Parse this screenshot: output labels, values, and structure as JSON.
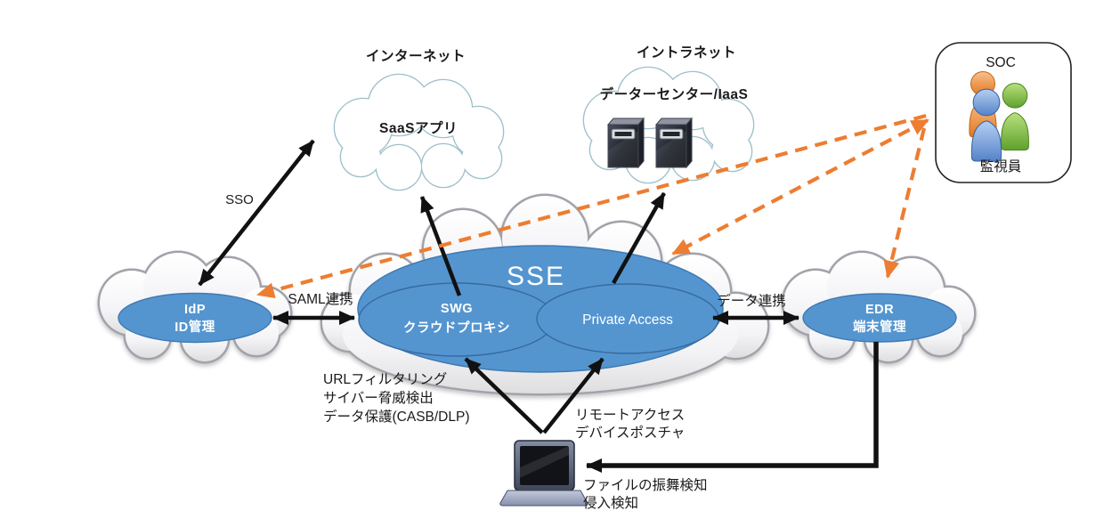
{
  "nodes": {
    "internet": {
      "label": "インターネット",
      "cloud": "SaaSアプリ"
    },
    "intranet": {
      "label": "イントラネット",
      "cloud": "データーセンター/IaaS"
    },
    "soc": {
      "title": "SOC",
      "role": "監視員"
    },
    "sse": {
      "title": "SSE",
      "swg": {
        "line1": "SWG",
        "line2": "クラウドプロキシ"
      },
      "private_access": "Private Access"
    },
    "idp": {
      "line1": "IdP",
      "line2": "ID管理"
    },
    "edr": {
      "line1": "EDR",
      "line2": "端末管理"
    }
  },
  "links": {
    "sso": "SSO",
    "saml": "SAML連携",
    "data": "データ連携"
  },
  "notes": {
    "swg_functions": [
      "URLフィルタリング",
      "サイバー脅威検出",
      "データ保護(CASB/DLP)"
    ],
    "private_access_functions": [
      "リモートアクセス",
      "デバイスポスチャ"
    ],
    "endpoint_functions": [
      "ファイルの振舞検知",
      "侵入検知"
    ]
  },
  "icons": {
    "servers": "server-towers-icon",
    "people": "soc-operators-icon",
    "laptop": "endpoint-laptop-icon"
  },
  "colors": {
    "node_blue": "#5495d0",
    "node_blue_border": "#3e7ab3",
    "orange_dash": "#ED7D31",
    "arrow_black": "#111111",
    "cloud_outline_gray": "#a2a2aa",
    "cloud_outline_teal": "#9fc0ca"
  }
}
